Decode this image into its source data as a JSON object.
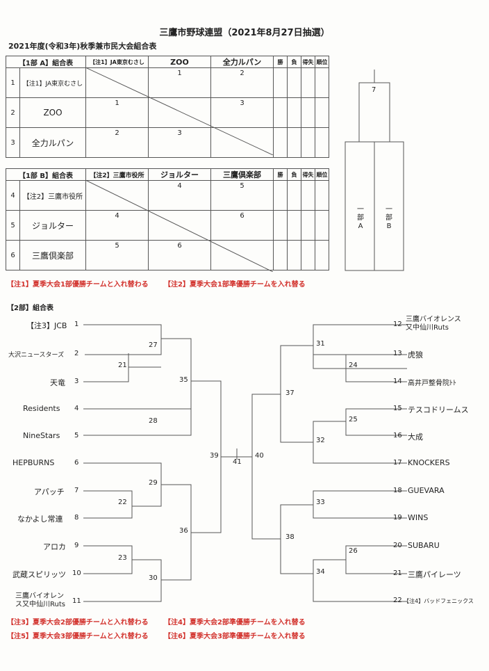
{
  "header": {
    "title": "三鷹市野球連盟（2021年8月27日抽選）",
    "subtitle": "2021年度(令和3年)秋季兼市民大会組合表"
  },
  "league_a": {
    "label": "【1部 A】組合表",
    "columns": [
      "【注1】JA東京むさし",
      "ZOO",
      "全力ルパン"
    ],
    "stat_headers": [
      "勝",
      "負",
      "得失",
      "順位"
    ],
    "rows": [
      {
        "num": "1",
        "name": "【注1】JA東京むさし",
        "cells": [
          "",
          "1",
          "2"
        ]
      },
      {
        "num": "2",
        "name": "ZOO",
        "cells": [
          "1",
          "",
          "3"
        ]
      },
      {
        "num": "3",
        "name": "全力ルパン",
        "cells": [
          "2",
          "3",
          ""
        ]
      }
    ]
  },
  "league_b": {
    "label": "【1部 B】組合表",
    "columns": [
      "【注2】三鷹市役所",
      "ジョルター",
      "三鷹倶楽部"
    ],
    "stat_headers": [
      "勝",
      "負",
      "得失",
      "順位"
    ],
    "rows": [
      {
        "num": "4",
        "name": "【注2】三鷹市役所",
        "cells": [
          "",
          "4",
          "5"
        ]
      },
      {
        "num": "5",
        "name": "ジョルター",
        "cells": [
          "4",
          "",
          "6"
        ]
      },
      {
        "num": "6",
        "name": "三鷹倶楽部",
        "cells": [
          "5",
          "6",
          ""
        ]
      }
    ]
  },
  "final_box": {
    "game": "7",
    "left": [
      "一",
      "部",
      "A"
    ],
    "right": [
      "一",
      "部",
      "B"
    ]
  },
  "notes_1bu": {
    "note1": "【注1】夏季大会1部優勝チームと入れ替わる",
    "note2": "【注2】夏季大会1部準優勝チームを入れ替る"
  },
  "section2_label": "【2部】組合表",
  "teams_left": [
    {
      "seed": "1",
      "name": "【注3】JCB"
    },
    {
      "seed": "2",
      "name": "大沢ニュースターズ"
    },
    {
      "seed": "3",
      "name": "天竜"
    },
    {
      "seed": "4",
      "name": "Residents"
    },
    {
      "seed": "5",
      "name": "NineStars"
    },
    {
      "seed": "6",
      "name": "HEPBURNS"
    },
    {
      "seed": "7",
      "name": "アパッチ"
    },
    {
      "seed": "8",
      "name": "なかよし常連"
    },
    {
      "seed": "9",
      "name": "アロカ"
    },
    {
      "seed": "10",
      "name": "武蔵スピリッツ"
    },
    {
      "seed": "11",
      "name_line1": "三鷹バイオレン",
      "name_line2": "ス又中仙川Ruts"
    }
  ],
  "teams_right": [
    {
      "seed": "12",
      "name_line1": "三鷹バイオレンス",
      "name_line2": "又中仙川Ruts"
    },
    {
      "seed": "13",
      "name": "虎狼"
    },
    {
      "seed": "14",
      "name": "高井戸整骨院ﾄﾄ"
    },
    {
      "seed": "15",
      "name": "テスコドリームス"
    },
    {
      "seed": "16",
      "name": "大成"
    },
    {
      "seed": "17",
      "name": "KNOCKERS"
    },
    {
      "seed": "18",
      "name": "GUEVARA"
    },
    {
      "seed": "19",
      "name": "WINS"
    },
    {
      "seed": "20",
      "name": "SUBARU"
    },
    {
      "seed": "21",
      "name": "三鷹パイレーツ"
    },
    {
      "seed": "22",
      "name": "【注4】バッドフェニックス"
    }
  ],
  "games": {
    "g21": "21",
    "g22": "22",
    "g23": "23",
    "g24": "24",
    "g25": "25",
    "g26": "26",
    "g27": "27",
    "g28": "28",
    "g29": "29",
    "g30": "30",
    "g31": "31",
    "g32": "32",
    "g33": "33",
    "g34": "34",
    "g35": "35",
    "g36": "36",
    "g37": "37",
    "g38": "38",
    "g39": "39",
    "g40": "40",
    "g41": "41"
  },
  "notes_2bu": {
    "note3": "【注3】夏季大会2部優勝チームと入れ替わる",
    "note4": "【注4】夏季大会2部準優勝チームを入れ替る",
    "note5": "【注5】夏季大会3部優勝チームと入れ替わる",
    "note6": "【注6】夏季大会3部準優勝チームを入れ替る"
  }
}
